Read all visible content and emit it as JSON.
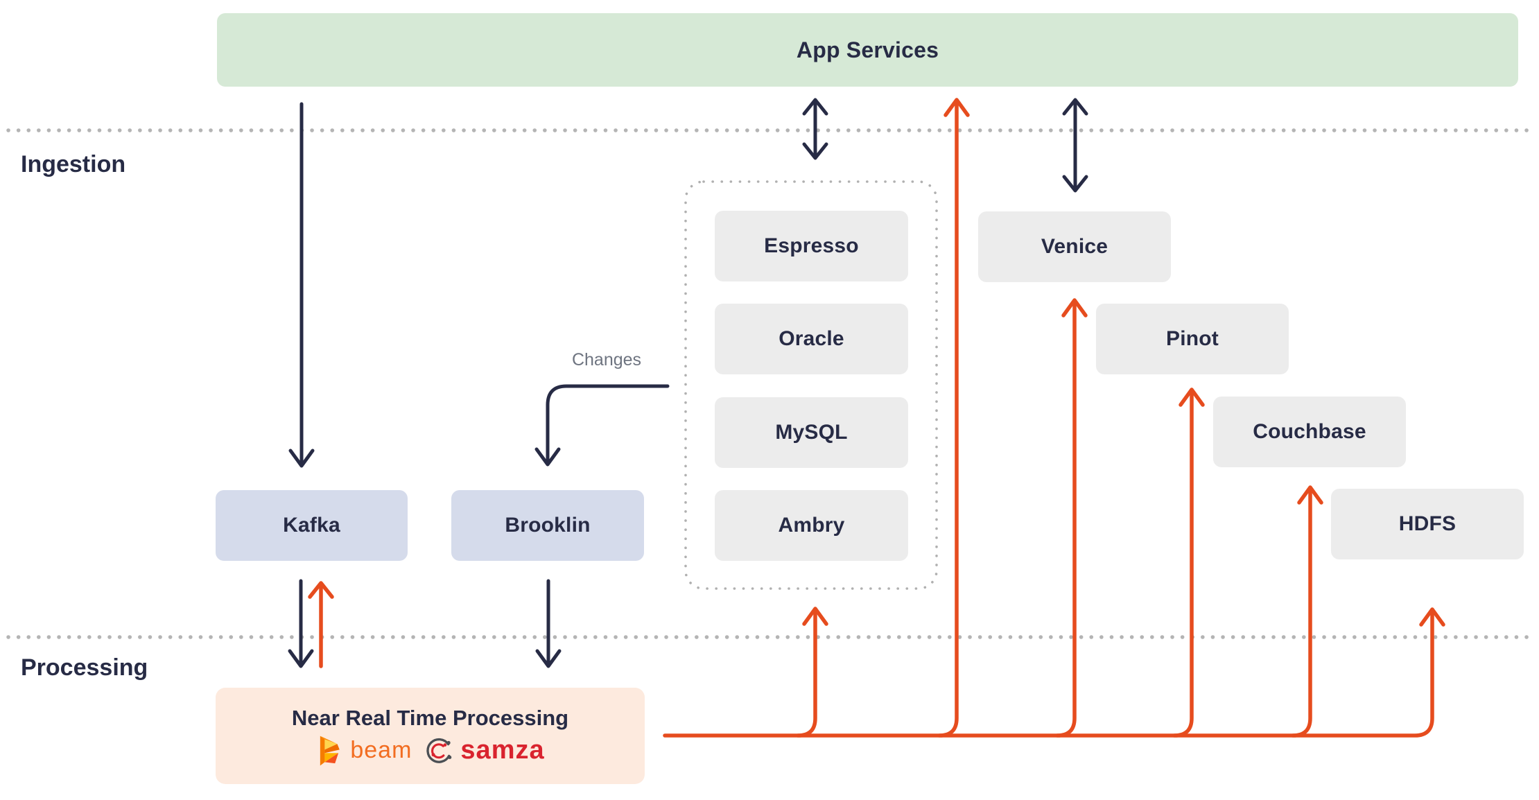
{
  "sections": {
    "ingestion": "Ingestion",
    "processing": "Processing"
  },
  "nodes": {
    "app_services": "App Services",
    "espresso": "Espresso",
    "oracle": "Oracle",
    "mysql": "MySQL",
    "ambry": "Ambry",
    "venice": "Venice",
    "pinot": "Pinot",
    "couchbase": "Couchbase",
    "hdfs": "HDFS",
    "kafka": "Kafka",
    "brooklin": "Brooklin",
    "nrt_title": "Near Real Time Processing",
    "beam": "beam",
    "samza": "samza"
  },
  "annotations": {
    "changes": "Changes"
  },
  "edges": [
    {
      "from": "App Services",
      "to": "Kafka",
      "color": "dark",
      "direction": "down"
    },
    {
      "from": "App Services",
      "to": "source-databases-group",
      "color": "dark",
      "direction": "both"
    },
    {
      "from": "App Services",
      "to": "Venice",
      "color": "dark",
      "direction": "both"
    },
    {
      "from": "source-databases-group",
      "to": "Brooklin",
      "color": "dark",
      "direction": "down",
      "label": "Changes"
    },
    {
      "from": "Kafka",
      "to": "Near Real Time Processing",
      "color": "dark",
      "direction": "down"
    },
    {
      "from": "Near Real Time Processing",
      "to": "Kafka",
      "color": "orange",
      "direction": "up"
    },
    {
      "from": "Brooklin",
      "to": "Near Real Time Processing",
      "color": "dark",
      "direction": "down"
    },
    {
      "from": "Near Real Time Processing",
      "to": "source-databases-group",
      "color": "orange",
      "direction": "up"
    },
    {
      "from": "Near Real Time Processing",
      "to": "App Services",
      "color": "orange",
      "direction": "up"
    },
    {
      "from": "Near Real Time Processing",
      "to": "Venice",
      "color": "orange",
      "direction": "up"
    },
    {
      "from": "Near Real Time Processing",
      "to": "Pinot",
      "color": "orange",
      "direction": "up"
    },
    {
      "from": "Near Real Time Processing",
      "to": "Couchbase",
      "color": "orange",
      "direction": "up"
    },
    {
      "from": "Near Real Time Processing",
      "to": "HDFS",
      "color": "orange",
      "direction": "up"
    }
  ],
  "colors": {
    "navy": "#272b45",
    "orange": "#e64c1e",
    "green_box": "#d6e9d6",
    "gray_box": "#ececec",
    "blue_box": "#d5dbeb",
    "peach_box": "#fdeade",
    "dotted_gray": "#b4b4b4",
    "beam_orange": "#f26d21",
    "samza_red": "#d9232e"
  }
}
